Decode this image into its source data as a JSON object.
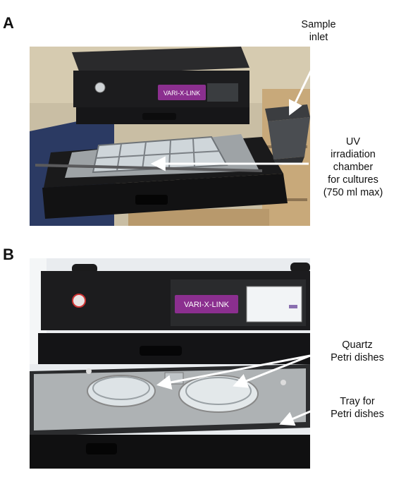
{
  "panel_a": {
    "letter": "A",
    "device_logo": "VARI-X-LINK",
    "annotations": {
      "sample_inlet": [
        "Sample",
        "inlet"
      ],
      "uv_chamber": [
        "UV",
        "irradiation",
        "chamber",
        "for cultures",
        "(750 ml max)"
      ]
    }
  },
  "panel_b": {
    "letter": "B",
    "device_logo": "VARI-X-LINK",
    "annotations": {
      "quartz": [
        "Quartz",
        "Petri dishes"
      ],
      "tray": [
        "Tray for",
        "Petri dishes"
      ]
    }
  },
  "colors": {
    "device_black": "#1c1c1e",
    "logo_purple": "#8b2f8f",
    "tray_metal": "#b9bcbd",
    "carpet_blue": "#2b3a63",
    "wall_beige": "#d6cbb0"
  }
}
